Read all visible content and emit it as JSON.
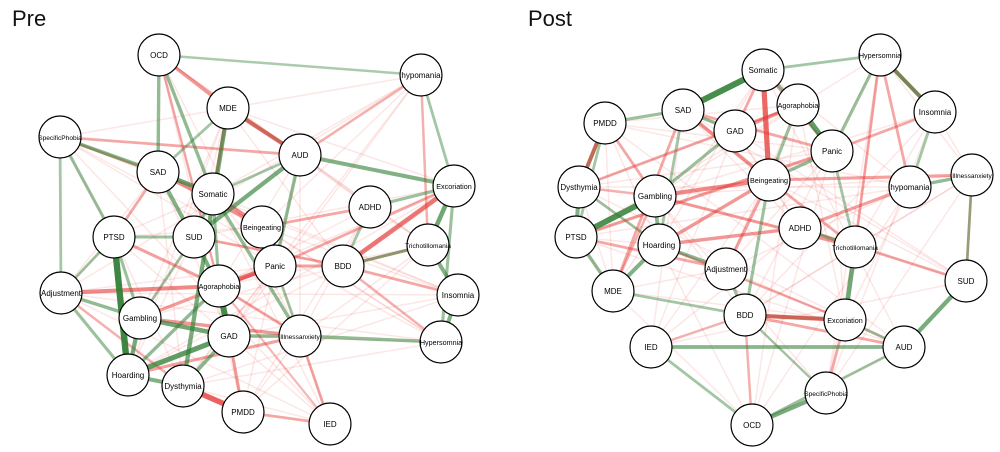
{
  "colors": {
    "positive": "#2e7d32",
    "negative": "#e53935",
    "node_fill": "#ffffff",
    "node_stroke": "#000000"
  },
  "panels": [
    {
      "title": "Pre",
      "nodes": [
        {
          "id": "OCD",
          "label": "OCD"
        },
        {
          "id": "hypomania",
          "label": "hypomania"
        },
        {
          "id": "MDE",
          "label": "MDE"
        },
        {
          "id": "SpecificPhobia",
          "label": "SpecificPhobia"
        },
        {
          "id": "AUD",
          "label": "AUD"
        },
        {
          "id": "SAD",
          "label": "SAD"
        },
        {
          "id": "Excoriation",
          "label": "Excoriation"
        },
        {
          "id": "Somatic",
          "label": "Somatic"
        },
        {
          "id": "ADHD",
          "label": "ADHD"
        },
        {
          "id": "PTSD",
          "label": "PTSD"
        },
        {
          "id": "SUD",
          "label": "SUD"
        },
        {
          "id": "Beingeating",
          "label": "Beingeating"
        },
        {
          "id": "Trichotillomania",
          "label": "Trichotillomania"
        },
        {
          "id": "Panic",
          "label": "Panic"
        },
        {
          "id": "BDD",
          "label": "BDD"
        },
        {
          "id": "Adjustment",
          "label": "Adjustment"
        },
        {
          "id": "Agoraphobia",
          "label": "Agoraphobia"
        },
        {
          "id": "Insomnia",
          "label": "Insomnia"
        },
        {
          "id": "Gambling",
          "label": "Gambling"
        },
        {
          "id": "GAD",
          "label": "GAD"
        },
        {
          "id": "Illnessanxiety",
          "label": "Illnessanxiety"
        },
        {
          "id": "Hypersomnia",
          "label": "Hypersomnia"
        },
        {
          "id": "Hoarding",
          "label": "Hoarding"
        },
        {
          "id": "Dysthymia",
          "label": "Dysthymia"
        },
        {
          "id": "PMDD",
          "label": "PMDD"
        },
        {
          "id": "IED",
          "label": "IED"
        }
      ],
      "edges": [
        [
          "PTSD",
          "Hoarding",
          0.9
        ],
        [
          "Agoraphobia",
          "GAD",
          0.85
        ],
        [
          "Gambling",
          "GAD",
          0.6
        ],
        [
          "Hoarding",
          "GAD",
          0.7
        ],
        [
          "MDE",
          "Dysthymia",
          0.55
        ],
        [
          "SAD",
          "Somatic",
          0.6
        ],
        [
          "SAD",
          "Agoraphobia",
          0.5
        ],
        [
          "AUD",
          "Excoriation",
          0.5
        ],
        [
          "AUD",
          "SUD",
          0.55
        ],
        [
          "Excoriation",
          "Trichotillomania",
          0.6
        ],
        [
          "Trichotillomania",
          "Insomnia",
          0.5
        ],
        [
          "Insomnia",
          "Hypersomnia",
          0.5
        ],
        [
          "OCD",
          "SAD",
          0.4
        ],
        [
          "OCD",
          "Somatic",
          0.4
        ],
        [
          "SpecificPhobia",
          "SAD",
          0.45
        ],
        [
          "SpecificPhobia",
          "PTSD",
          0.35
        ],
        [
          "Adjustment",
          "Gambling",
          0.4
        ],
        [
          "Gambling",
          "Hoarding",
          0.55
        ],
        [
          "Hoarding",
          "Dysthymia",
          0.5
        ],
        [
          "Dysthymia",
          "GAD",
          0.45
        ],
        [
          "GAD",
          "Illnessanxiety",
          0.4
        ],
        [
          "Illnessanxiety",
          "Hypersomnia",
          0.4
        ],
        [
          "BDD",
          "Trichotillomania",
          0.35
        ],
        [
          "ADHD",
          "Excoriation",
          0.35
        ],
        [
          "AUD",
          "Panic",
          0.4
        ],
        [
          "MDE",
          "AUD",
          0.35
        ],
        [
          "Somatic",
          "SUD",
          0.4
        ],
        [
          "PTSD",
          "SUD",
          0.35
        ],
        [
          "Adjustment",
          "PTSD",
          0.3
        ],
        [
          "Adjustment",
          "Hoarding",
          0.35
        ],
        [
          "Somatic",
          "Illnessanxiety",
          0.4
        ],
        [
          "Agoraphobia",
          "Hoarding",
          0.4
        ],
        [
          "MDE",
          "SAD",
          0.3
        ],
        [
          "hypomania",
          "Excoriation",
          0.3
        ],
        [
          "ADHD",
          "BDD",
          0.3
        ],
        [
          "Somatic",
          "Agoraphobia",
          0.35
        ],
        [
          "PTSD",
          "Gambling",
          0.35
        ],
        [
          "SpecificPhobia",
          "Adjustment",
          0.3
        ],
        [
          "OCD",
          "hypomania",
          0.25
        ],
        [
          "Panic",
          "Illnessanxiety",
          0.3
        ],
        [
          "AUD",
          "Somatic",
          0.3
        ],
        [
          "Excoriation",
          "Hypersomnia",
          0.35
        ],
        [
          "SUD",
          "Gambling",
          0.3
        ],
        [
          "Dysthymia",
          "PMDD",
          -0.75
        ],
        [
          "Agoraphobia",
          "Panic",
          -0.6
        ],
        [
          "Beingeating",
          "Panic",
          -0.5
        ],
        [
          "MDE",
          "AUD",
          -0.55
        ],
        [
          "BDD",
          "Excoriation",
          -0.6
        ],
        [
          "Somatic",
          "Beingeating",
          -0.45
        ],
        [
          "SAD",
          "Beingeating",
          -0.4
        ],
        [
          "Adjustment",
          "Agoraphobia",
          -0.5
        ],
        [
          "Gambling",
          "Illnessanxiety",
          -0.4
        ],
        [
          "Panic",
          "BDD",
          -0.35
        ],
        [
          "OCD",
          "MDE",
          -0.4
        ],
        [
          "MDE",
          "Somatic",
          -0.4
        ],
        [
          "Trichotillomania",
          "BDD",
          -0.3
        ],
        [
          "Insomnia",
          "BDD",
          -0.3
        ],
        [
          "Hoarding",
          "Illnessanxiety",
          -0.35
        ],
        [
          "GAD",
          "PMDD",
          -0.35
        ],
        [
          "PMDD",
          "IED",
          -0.3
        ],
        [
          "Illnessanxiety",
          "IED",
          -0.3
        ],
        [
          "SpecificPhobia",
          "AUD",
          -0.3
        ],
        [
          "hypomania",
          "AUD",
          -0.25
        ],
        [
          "hypomania",
          "Trichotillomania",
          -0.25
        ],
        [
          "PTSD",
          "Agoraphobia",
          -0.35
        ],
        [
          "SUD",
          "BDD",
          -0.3
        ],
        [
          "ADHD",
          "Beingeating",
          -0.3
        ],
        [
          "Agoraphobia",
          "Illnessanxiety",
          -0.3
        ],
        [
          "Adjustment",
          "Dysthymia",
          -0.25
        ],
        [
          "Gambling",
          "Panic",
          -0.35
        ],
        [
          "SAD",
          "PTSD",
          -0.3
        ],
        [
          "Excoriation",
          "Panic",
          -0.3
        ],
        [
          "Hypersomnia",
          "BDD",
          -0.25
        ],
        [
          "OCD",
          "Agoraphobia",
          -0.25
        ],
        [
          "IED",
          "Agoraphobia",
          -0.2
        ],
        [
          "SpecificPhobia",
          "Somatic",
          -0.25
        ]
      ]
    },
    {
      "title": "Post",
      "nodes": [
        {
          "id": "Hypersomnia",
          "label": "Hypersomnia"
        },
        {
          "id": "Somatic",
          "label": "Somatic"
        },
        {
          "id": "SAD",
          "label": "SAD"
        },
        {
          "id": "Agoraphobia",
          "label": "Agoraphobia"
        },
        {
          "id": "Insomnia",
          "label": "Insomnia"
        },
        {
          "id": "PMDD",
          "label": "PMDD"
        },
        {
          "id": "GAD",
          "label": "GAD"
        },
        {
          "id": "Panic",
          "label": "Panic"
        },
        {
          "id": "Illnessanxiety",
          "label": "Illnessanxiety"
        },
        {
          "id": "Dysthymia",
          "label": "Dysthymia"
        },
        {
          "id": "Beingeating",
          "label": "Beingeating"
        },
        {
          "id": "hypomania",
          "label": "hypomania"
        },
        {
          "id": "Gambling",
          "label": "Gambling"
        },
        {
          "id": "PTSD",
          "label": "PTSD"
        },
        {
          "id": "ADHD",
          "label": "ADHD"
        },
        {
          "id": "Hoarding",
          "label": "Hoarding"
        },
        {
          "id": "Trichotillomania",
          "label": "Trichotillomania"
        },
        {
          "id": "Adjustment",
          "label": "Adjustment"
        },
        {
          "id": "SUD",
          "label": "SUD"
        },
        {
          "id": "MDE",
          "label": "MDE"
        },
        {
          "id": "BDD",
          "label": "BDD"
        },
        {
          "id": "Excoriation",
          "label": "Excoriation"
        },
        {
          "id": "IED",
          "label": "IED"
        },
        {
          "id": "AUD",
          "label": "AUD"
        },
        {
          "id": "SpecificPhobia",
          "label": "SpecificPhobia"
        },
        {
          "id": "OCD",
          "label": "OCD"
        }
      ],
      "edges": [
        [
          "SAD",
          "Somatic",
          0.85
        ],
        [
          "PTSD",
          "Gambling",
          0.8
        ],
        [
          "Agoraphobia",
          "Panic",
          0.7
        ],
        [
          "Trichotillomania",
          "Excoriation",
          0.6
        ],
        [
          "SpecificPhobia",
          "OCD",
          0.55
        ],
        [
          "AUD",
          "SUD",
          0.55
        ],
        [
          "Hypersomnia",
          "Insomnia",
          0.5
        ],
        [
          "Dysthymia",
          "PTSD",
          0.5
        ],
        [
          "PMDD",
          "Dysthymia",
          0.45
        ],
        [
          "Hoarding",
          "MDE",
          0.5
        ],
        [
          "Gambling",
          "Hoarding",
          0.45
        ],
        [
          "Adjustment",
          "Hoarding",
          0.4
        ],
        [
          "GAD",
          "SAD",
          0.4
        ],
        [
          "Beingeating",
          "Panic",
          0.4
        ],
        [
          "Illnessanxiety",
          "hypomania",
          0.4
        ],
        [
          "Somatic",
          "Agoraphobia",
          0.4
        ],
        [
          "BDD",
          "Excoriation",
          0.4
        ],
        [
          "IED",
          "AUD",
          0.45
        ],
        [
          "MDE",
          "PTSD",
          0.4
        ],
        [
          "ADHD",
          "Trichotillomania",
          0.35
        ],
        [
          "Beingeating",
          "BDD",
          0.35
        ],
        [
          "Hypersomnia",
          "Panic",
          0.35
        ],
        [
          "Agoraphobia",
          "Beingeating",
          0.35
        ],
        [
          "GAD",
          "Gambling",
          0.35
        ],
        [
          "PMDD",
          "SAD",
          0.35
        ],
        [
          "Adjustment",
          "BDD",
          0.35
        ],
        [
          "SUD",
          "Illnessanxiety",
          0.3
        ],
        [
          "OCD",
          "AUD",
          0.3
        ],
        [
          "PMDD",
          "PTSD",
          0.3
        ],
        [
          "SAD",
          "Hoarding",
          0.3
        ],
        [
          "hypomania",
          "Insomnia",
          0.3
        ],
        [
          "IED",
          "OCD",
          0.3
        ],
        [
          "Somatic",
          "Hypersomnia",
          0.3
        ],
        [
          "MDE",
          "BDD",
          0.3
        ],
        [
          "Panic",
          "Trichotillomania",
          0.3
        ],
        [
          "Dysthymia",
          "Hoarding",
          0.3
        ],
        [
          "Excoriation",
          "AUD",
          0.3
        ],
        [
          "SpecificPhobia",
          "BDD",
          0.25
        ],
        [
          "Somatic",
          "Beingeating",
          -0.7
        ],
        [
          "Hypersomnia",
          "Insomnia",
          -0.45
        ],
        [
          "PMDD",
          "Dysthymia",
          -0.5
        ],
        [
          "SAD",
          "Beingeating",
          -0.45
        ],
        [
          "Gambling",
          "Beingeating",
          -0.5
        ],
        [
          "Hoarding",
          "Beingeating",
          -0.4
        ],
        [
          "BDD",
          "Excoriation",
          -0.55
        ],
        [
          "Hoarding",
          "ADHD",
          -0.4
        ],
        [
          "PTSD",
          "Panic",
          -0.35
        ],
        [
          "Illnessanxiety",
          "Beingeating",
          -0.35
        ],
        [
          "Agoraphobia",
          "GAD",
          -0.4
        ],
        [
          "Gambling",
          "Trichotillomania",
          -0.35
        ],
        [
          "Adjustment",
          "Beingeating",
          -0.35
        ],
        [
          "MDE",
          "SAD",
          -0.3
        ],
        [
          "hypomania",
          "ADHD",
          -0.35
        ],
        [
          "Insomnia",
          "Panic",
          -0.3
        ],
        [
          "PTSD",
          "Adjustment",
          -0.3
        ],
        [
          "Dysthymia",
          "Agoraphobia",
          -0.3
        ],
        [
          "Somatic",
          "GAD",
          -0.3
        ],
        [
          "ADHD",
          "SUD",
          -0.3
        ],
        [
          "BDD",
          "AUD",
          -0.3
        ],
        [
          "Hypersomnia",
          "Trichotillomania",
          -0.3
        ],
        [
          "Beingeating",
          "Trichotillomania",
          -0.3
        ],
        [
          "SAD",
          "Panic",
          -0.3
        ],
        [
          "PMDD",
          "Gambling",
          -0.3
        ],
        [
          "IED",
          "BDD",
          -0.25
        ],
        [
          "Excoriation",
          "SpecificPhobia",
          -0.3
        ],
        [
          "Hypersomnia",
          "hypomania",
          -0.3
        ],
        [
          "Somatic",
          "Panic",
          -0.25
        ],
        [
          "MDE",
          "Gambling",
          -0.25
        ],
        [
          "Illnessanxiety",
          "SUD",
          -0.25
        ],
        [
          "OCD",
          "BDD",
          -0.25
        ],
        [
          "Dysthymia",
          "Gambling",
          -0.25
        ],
        [
          "Hoarding",
          "Excoriation",
          -0.25
        ]
      ]
    }
  ]
}
